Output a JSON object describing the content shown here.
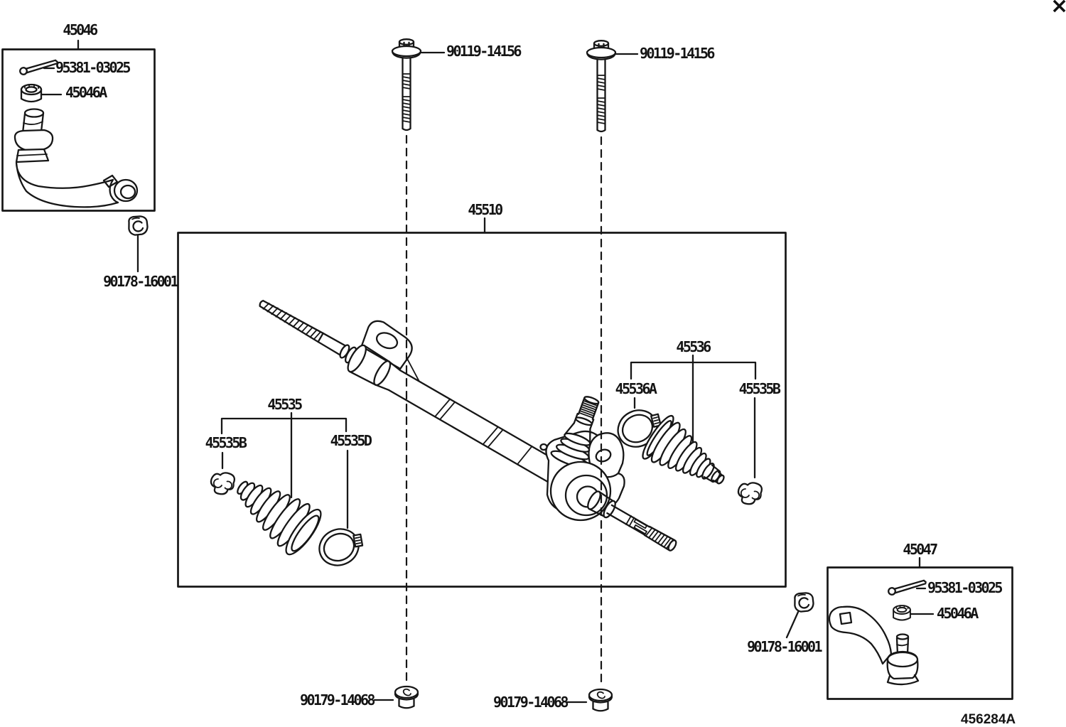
{
  "window": {
    "close_label": "×",
    "diagram_code": "456284A"
  },
  "diagram": {
    "boxes": {
      "left_tie_rod": {
        "title": "45046",
        "cotter_pin": "95381-03025",
        "castle_nut": "45046A"
      },
      "steering_gear": {
        "title": "45510"
      },
      "right_tie_rod": {
        "title": "45047",
        "cotter_pin": "95381-03025",
        "castle_nut": "45046A"
      }
    },
    "callouts": {
      "bolt_left": "90119-14156",
      "bolt_right": "90119-14156",
      "rack_end_nut_left": "90178-16001",
      "rack_end_nut_right": "90178-16001",
      "boot_left": {
        "assembly": "45535",
        "clamp": "45535B",
        "clip": "45535D"
      },
      "boot_right": {
        "assembly": "45536",
        "clamp": "45536A",
        "clip": "45535B"
      },
      "flange_nut_left": "90179-14068",
      "flange_nut_right": "90179-14068"
    }
  }
}
